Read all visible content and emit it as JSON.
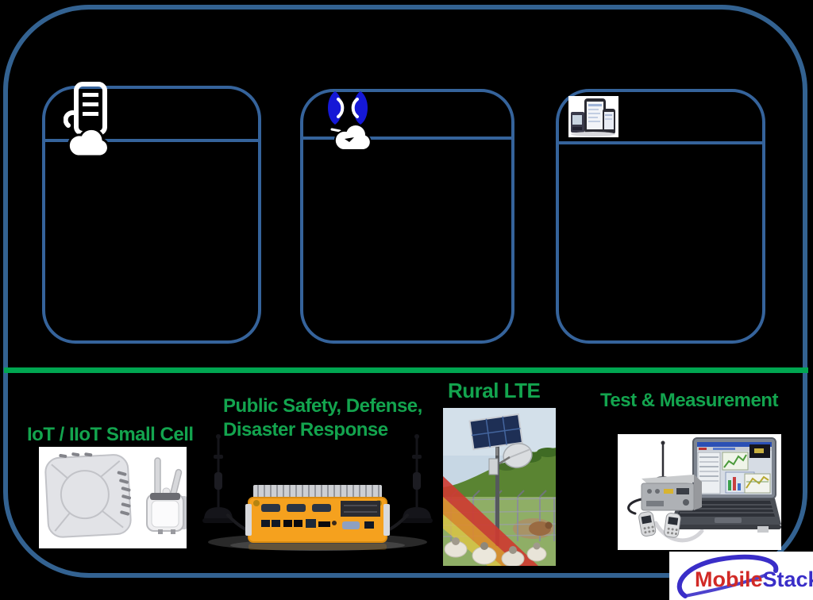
{
  "colors": {
    "background": "#000000",
    "outer_border": "#336291",
    "box_border": "#35639B",
    "divider_green": "#00A651",
    "label_green": "#13A44E",
    "logo_red": "#D12A26",
    "logo_blue": "#3A2EC8"
  },
  "boxes": [
    {
      "icon": "server-cloud-icon"
    },
    {
      "icon": "rf-signal-cloud-icon"
    },
    {
      "icon": "mobile-devices-icon"
    }
  ],
  "categories": {
    "small_cell": "IoT / IIoT Small Cell",
    "public_safety_line1": "Public Safety, Defense,",
    "public_safety_line2": "Disaster Response",
    "rural_lte": "Rural LTE",
    "test_measurement": "Test & Measurement"
  },
  "images": [
    {
      "name": "small-cell-access-points-photo"
    },
    {
      "name": "rugged-computer-with-antennas-photo"
    },
    {
      "name": "rural-lte-solar-mast-photo"
    },
    {
      "name": "test-equipment-laptop-photo"
    }
  ],
  "logo": {
    "mobile": "Mobile",
    "stack": "Stack"
  }
}
